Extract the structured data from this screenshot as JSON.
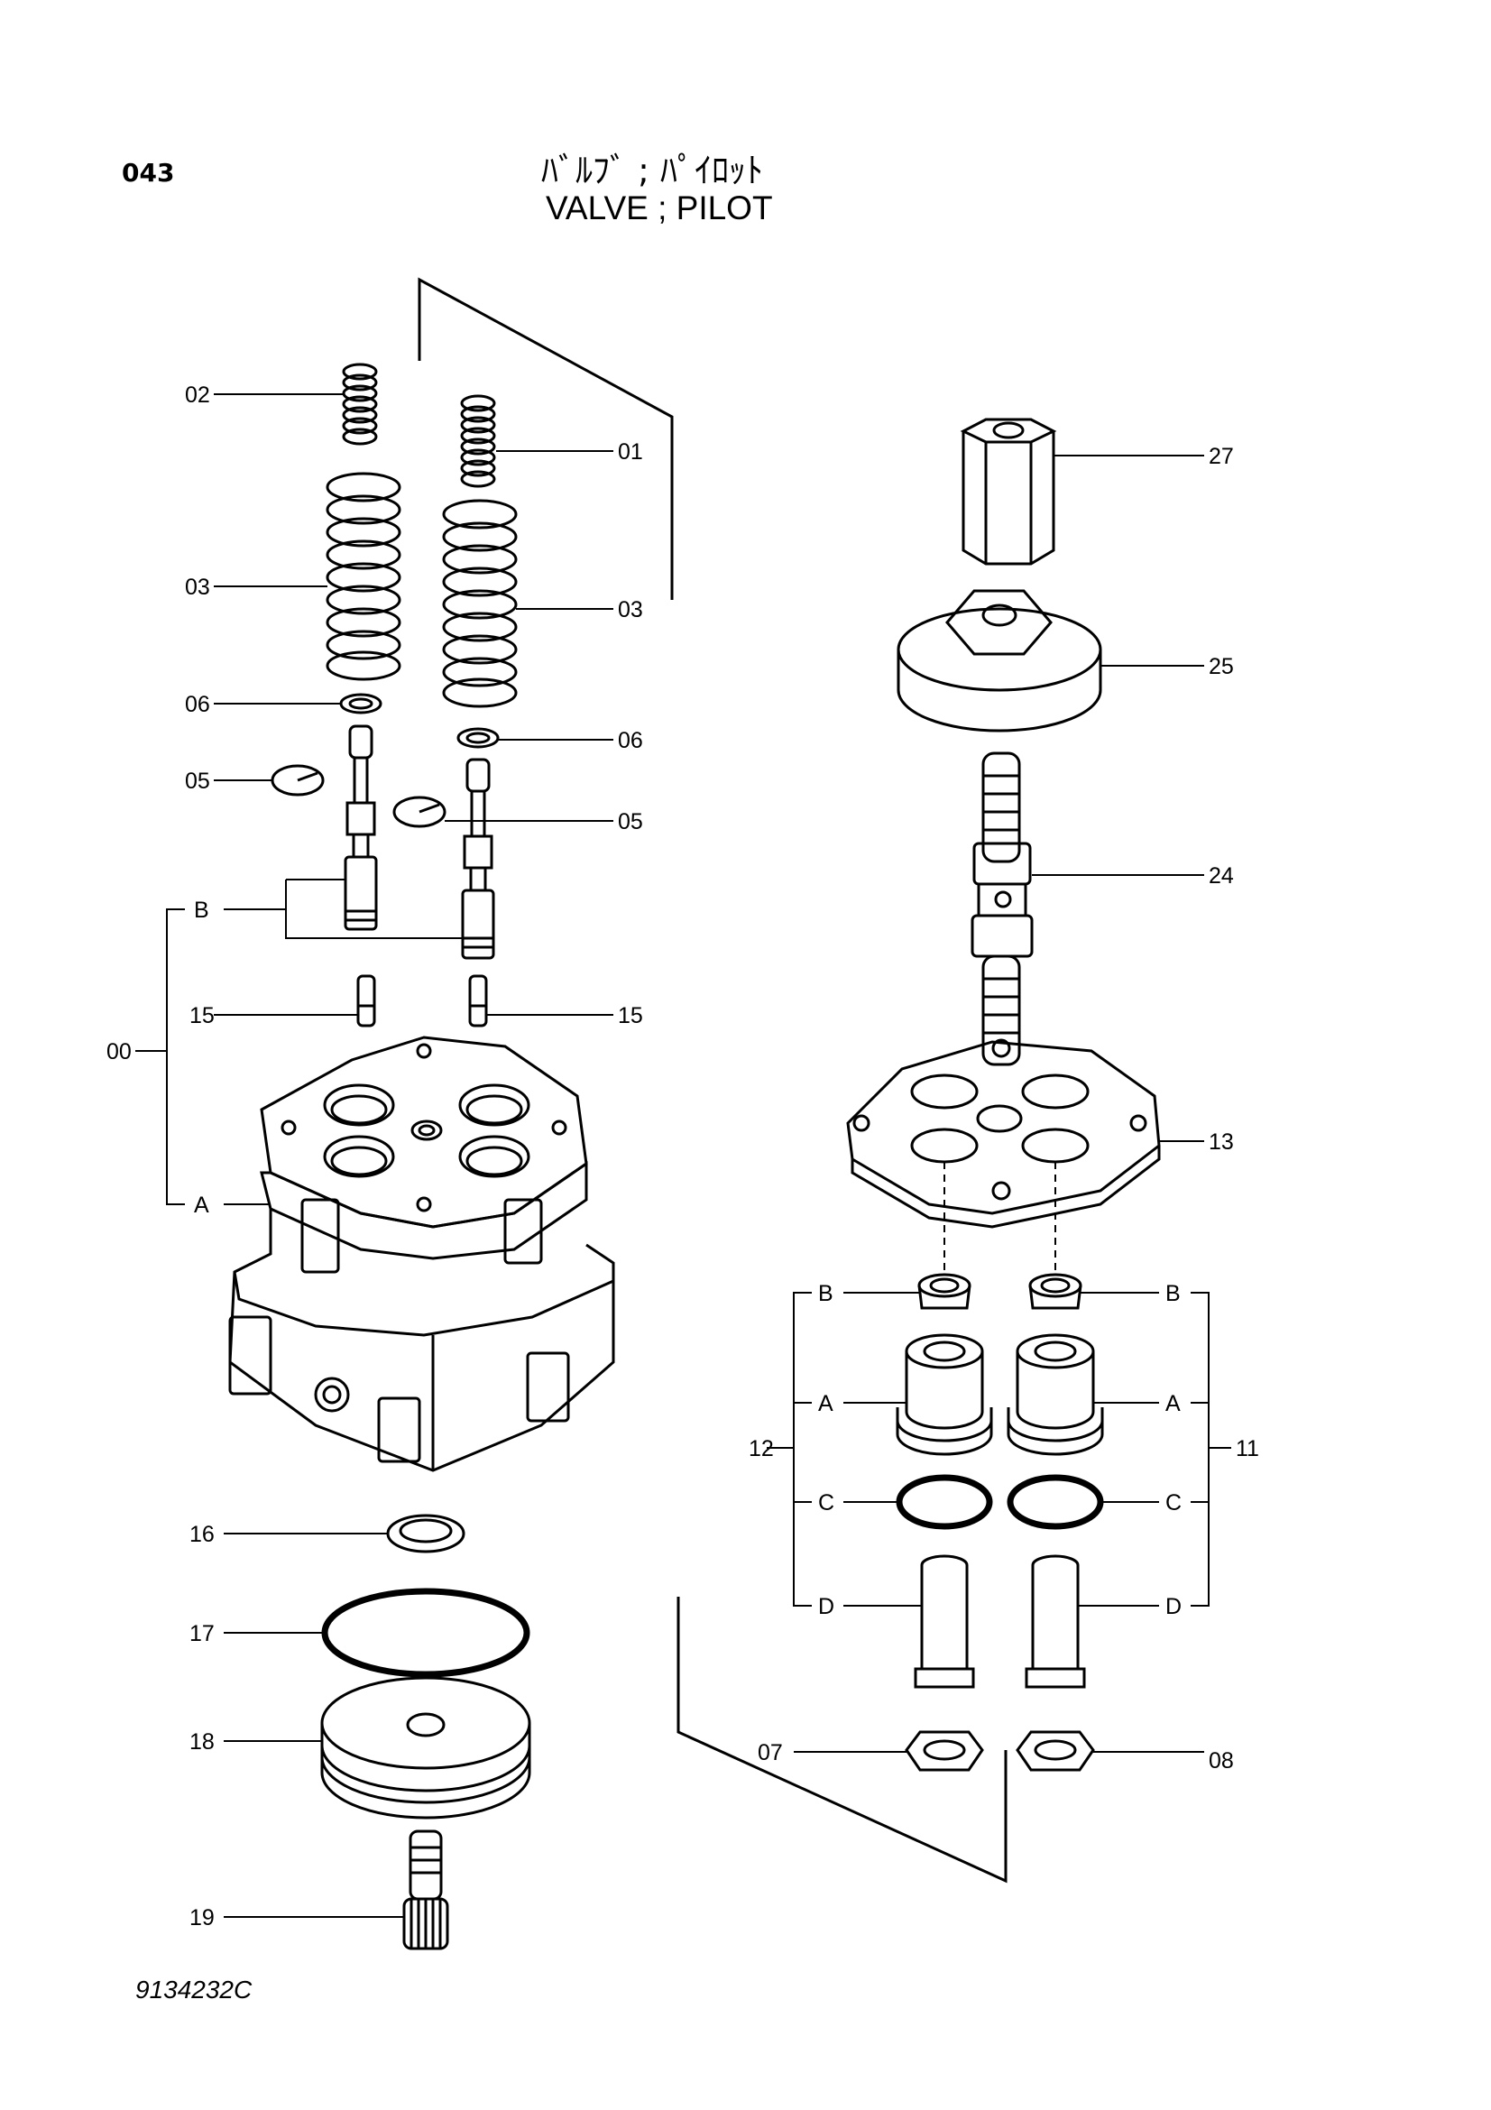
{
  "header": {
    "page_number": "043",
    "title_jp": "ﾊﾞﾙﾌﾞ ; ﾊﾟｲﾛｯﾄ",
    "title_en": "VALVE ; PILOT"
  },
  "footer": {
    "drawing_number": "9134232C"
  },
  "callouts": {
    "c01": "01",
    "c02": "02",
    "c03l": "03",
    "c03r": "03",
    "c06l": "06",
    "c06r": "06",
    "c05l": "05",
    "c05r": "05",
    "c00": "00",
    "c15l": "15",
    "c15r": "15",
    "c16": "16",
    "c17": "17",
    "c18": "18",
    "c19": "19",
    "c27": "27",
    "c25": "25",
    "c24": "24",
    "c13": "13",
    "c12": "12",
    "c11": "11",
    "c07": "07",
    "c08": "08",
    "subA_left": "A",
    "subB_left": "B",
    "subB12": "B",
    "subA12": "A",
    "subC12": "C",
    "subD12": "D",
    "subB11": "B",
    "subA11": "A",
    "subC11": "C",
    "subD11": "D"
  }
}
